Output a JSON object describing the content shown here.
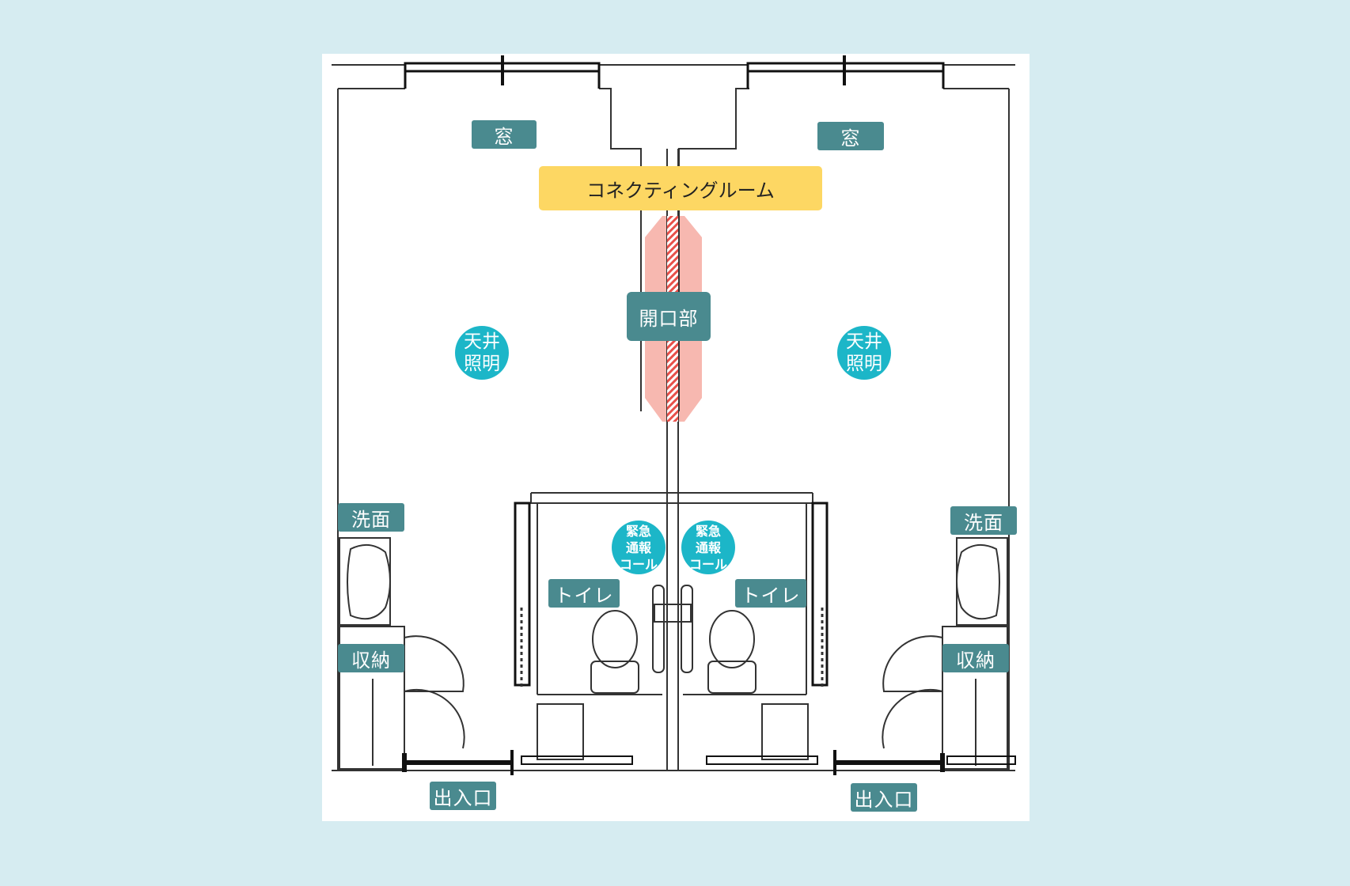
{
  "labels": {
    "window": "窓",
    "connecting_room": "コネクティングルーム",
    "opening": "開口部",
    "ceiling_light": "天井\n照明",
    "emergency_call": "緊急\n通報\nコール",
    "washbasin": "洗面",
    "toilet": "トイレ",
    "storage": "収納",
    "entrance": "出入口"
  },
  "colors": {
    "background": "#d6ecf1",
    "label_bg": "#4a8a8f",
    "highlight": "#fdd763",
    "circle": "#1cb6c8",
    "opening_glow": "#f7b8b0",
    "opening_hatch": "#e8504a"
  }
}
